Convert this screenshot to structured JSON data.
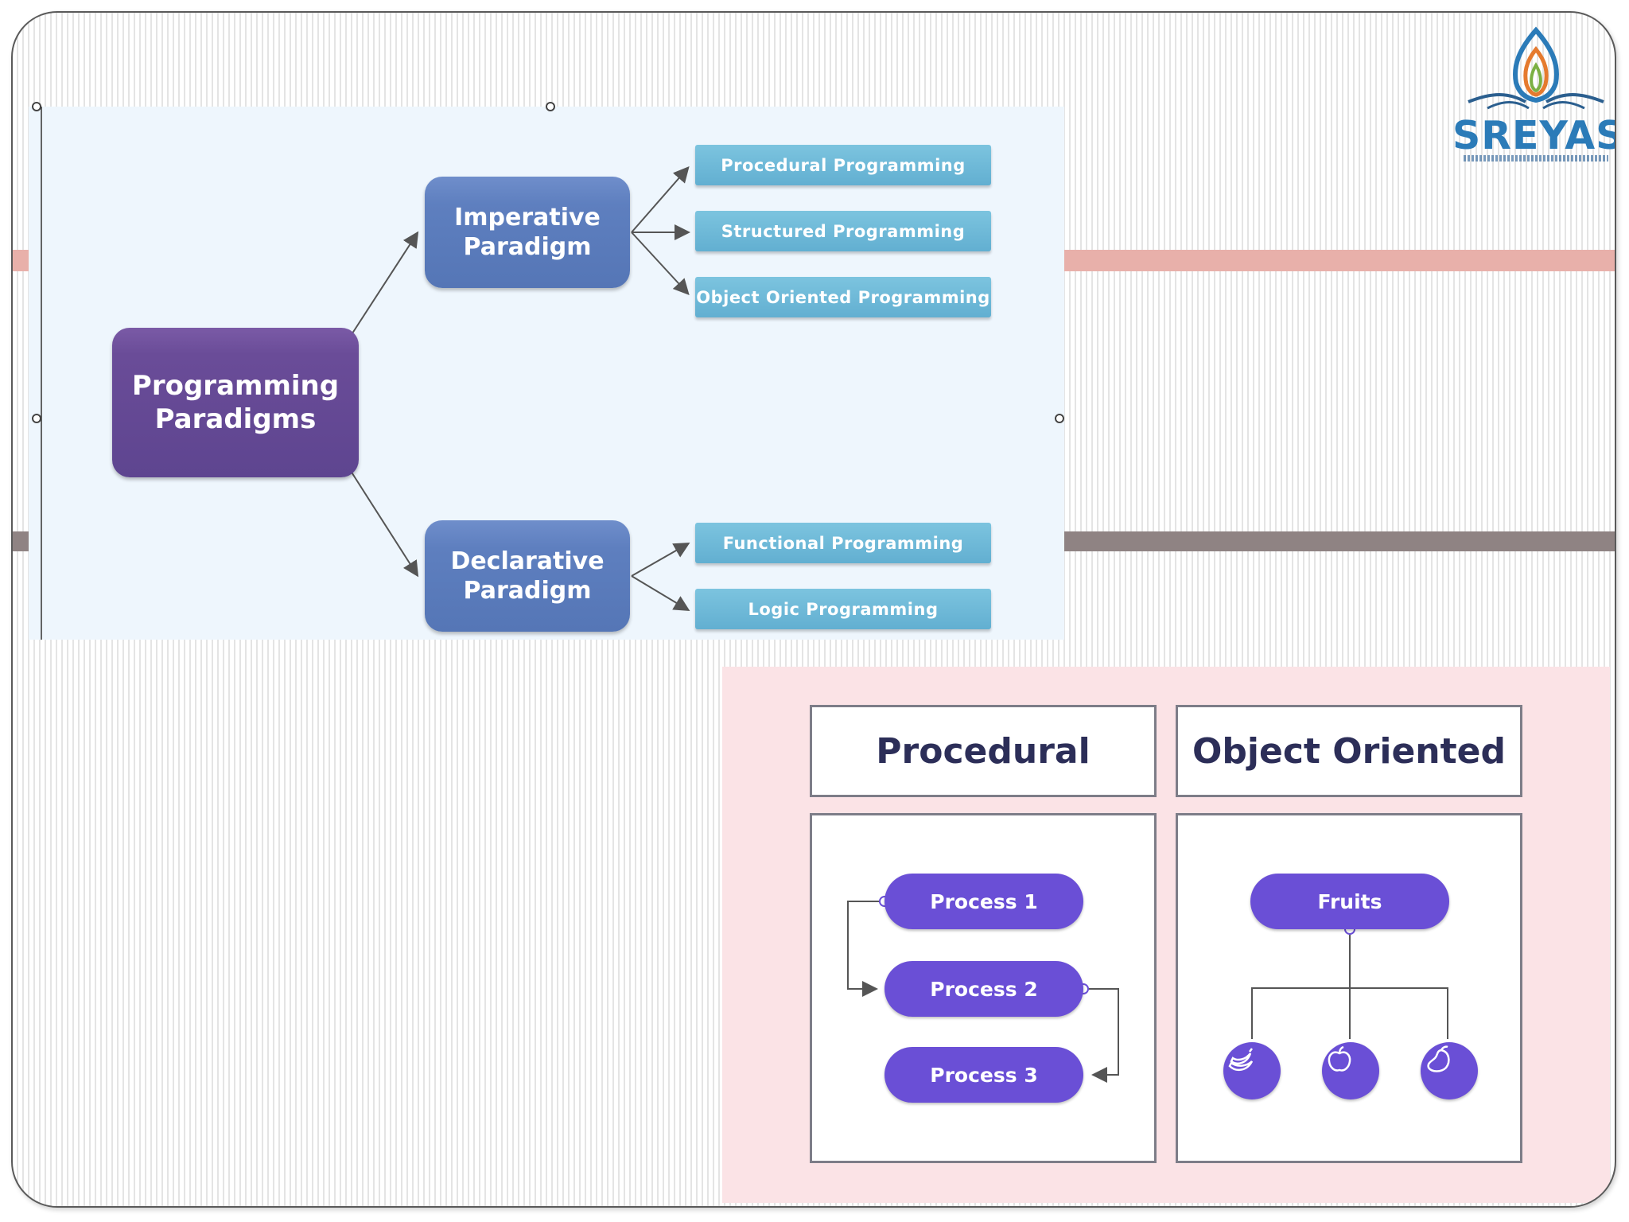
{
  "logo": {
    "text": "SREYAS"
  },
  "paradigm_diagram": {
    "root": {
      "line1": "Programming",
      "line2": "Paradigms"
    },
    "imperative": {
      "line1": "Imperative",
      "line2": "Paradigm"
    },
    "declarative": {
      "line1": "Declarative",
      "line2": "Paradigm"
    },
    "imperative_children": [
      "Procedural Programming",
      "Structured Programming",
      "Object Oriented Programming"
    ],
    "declarative_children": [
      "Functional Programming",
      "Logic Programming"
    ]
  },
  "comparison_diagram": {
    "procedural_header": "Procedural",
    "oo_header": "Object Oriented",
    "processes": [
      "Process 1",
      "Process 2",
      "Process 3"
    ],
    "class_label": "Fruits",
    "objects": [
      "banana-icon",
      "apple-icon",
      "mango-icon"
    ]
  },
  "colors": {
    "root": "#6a4c98",
    "paradigm": "#5e7fbf",
    "leaf": "#6cb8d8",
    "pill": "#6a4fd6",
    "band_pink": "#e8b0aa",
    "band_grey": "#8f8383"
  }
}
